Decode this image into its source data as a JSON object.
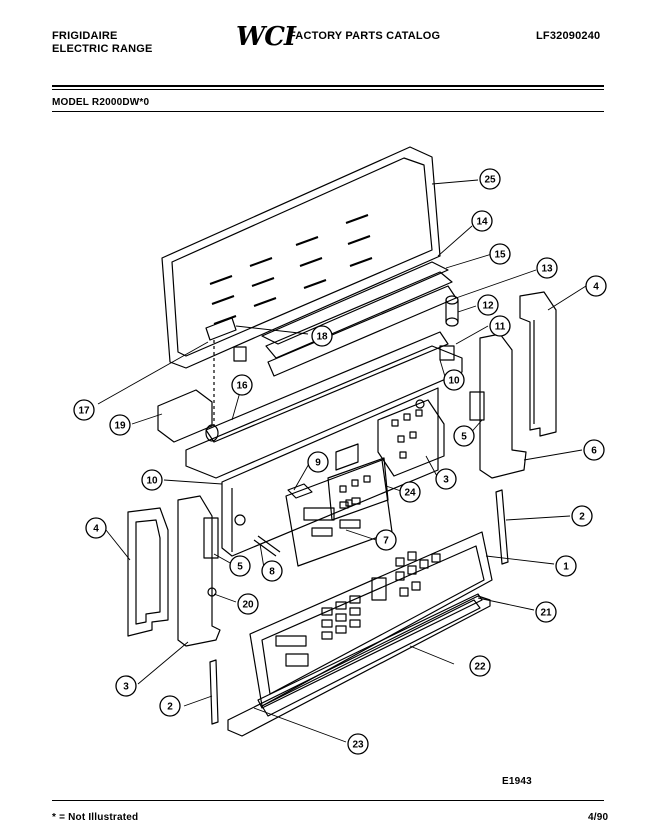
{
  "header": {
    "brand_line1": "FRIGIDAIRE",
    "brand_line2": "ELECTRIC RANGE",
    "logo": "WCI",
    "catalog_title": "FACTORY PARTS CATALOG",
    "doc_number": "LF32090240",
    "model": "MODEL R2000DW*0"
  },
  "footer": {
    "drawing_code": "E1943",
    "note": "* = Not Illustrated",
    "date": "4/90"
  },
  "callouts": [
    "25",
    "14",
    "15",
    "13",
    "4",
    "12",
    "11",
    "18",
    "16",
    "10",
    "17",
    "19",
    "9",
    "10",
    "5",
    "24",
    "3",
    "6",
    "2",
    "8",
    "7",
    "4",
    "5",
    "1",
    "21",
    "20",
    "22",
    "3",
    "2",
    "23"
  ]
}
